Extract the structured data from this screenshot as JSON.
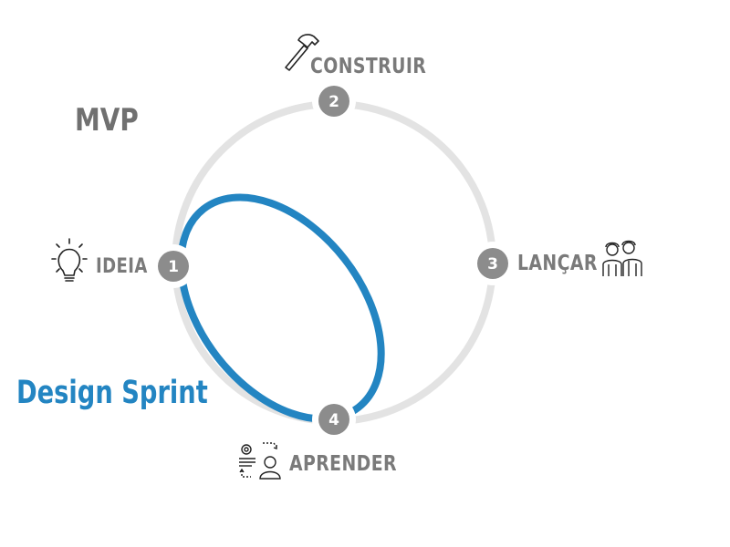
{
  "diagram": {
    "titles": {
      "mvp": "MVP",
      "design_sprint": "Design Sprint"
    },
    "colors": {
      "outer_cycle": "#e3e3e3",
      "inner_loop": "#2385c2",
      "node_fill": "#8c8c8c",
      "label_text": "#7a7a7a",
      "design_sprint_text": "#2385c2"
    },
    "nodes": [
      {
        "number": "1",
        "label": "IDEIA",
        "icon": "lightbulb-icon"
      },
      {
        "number": "2",
        "label": "CONSTRUIR",
        "icon": "hammer-icon"
      },
      {
        "number": "3",
        "label": "LANÇAR",
        "icon": "people-icon"
      },
      {
        "number": "4",
        "label": "APRENDER",
        "icon": "learning-person-gear-icon"
      }
    ],
    "cycles": [
      {
        "name": "MVP",
        "path": [
          "1",
          "2",
          "3",
          "4"
        ]
      },
      {
        "name": "Design Sprint",
        "path": [
          "1",
          "4"
        ]
      }
    ]
  }
}
